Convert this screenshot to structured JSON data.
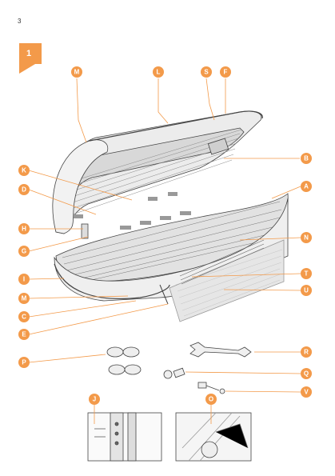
{
  "page_number": "3",
  "step_number": "1",
  "accent_color": "#f39a4a",
  "callouts": [
    {
      "letter": "M",
      "id": "m-top"
    },
    {
      "letter": "L",
      "id": "l"
    },
    {
      "letter": "S",
      "id": "s"
    },
    {
      "letter": "F",
      "id": "f"
    },
    {
      "letter": "B",
      "id": "b"
    },
    {
      "letter": "K",
      "id": "k"
    },
    {
      "letter": "A",
      "id": "a"
    },
    {
      "letter": "D",
      "id": "d"
    },
    {
      "letter": "H",
      "id": "h"
    },
    {
      "letter": "N",
      "id": "n"
    },
    {
      "letter": "G",
      "id": "g"
    },
    {
      "letter": "T",
      "id": "t"
    },
    {
      "letter": "I",
      "id": "i"
    },
    {
      "letter": "U",
      "id": "u"
    },
    {
      "letter": "M",
      "id": "m-bottom"
    },
    {
      "letter": "C",
      "id": "c"
    },
    {
      "letter": "E",
      "id": "e"
    },
    {
      "letter": "R",
      "id": "r"
    },
    {
      "letter": "P",
      "id": "p"
    },
    {
      "letter": "Q",
      "id": "q"
    },
    {
      "letter": "V",
      "id": "v"
    },
    {
      "letter": "J",
      "id": "j"
    },
    {
      "letter": "O",
      "id": "o"
    }
  ]
}
